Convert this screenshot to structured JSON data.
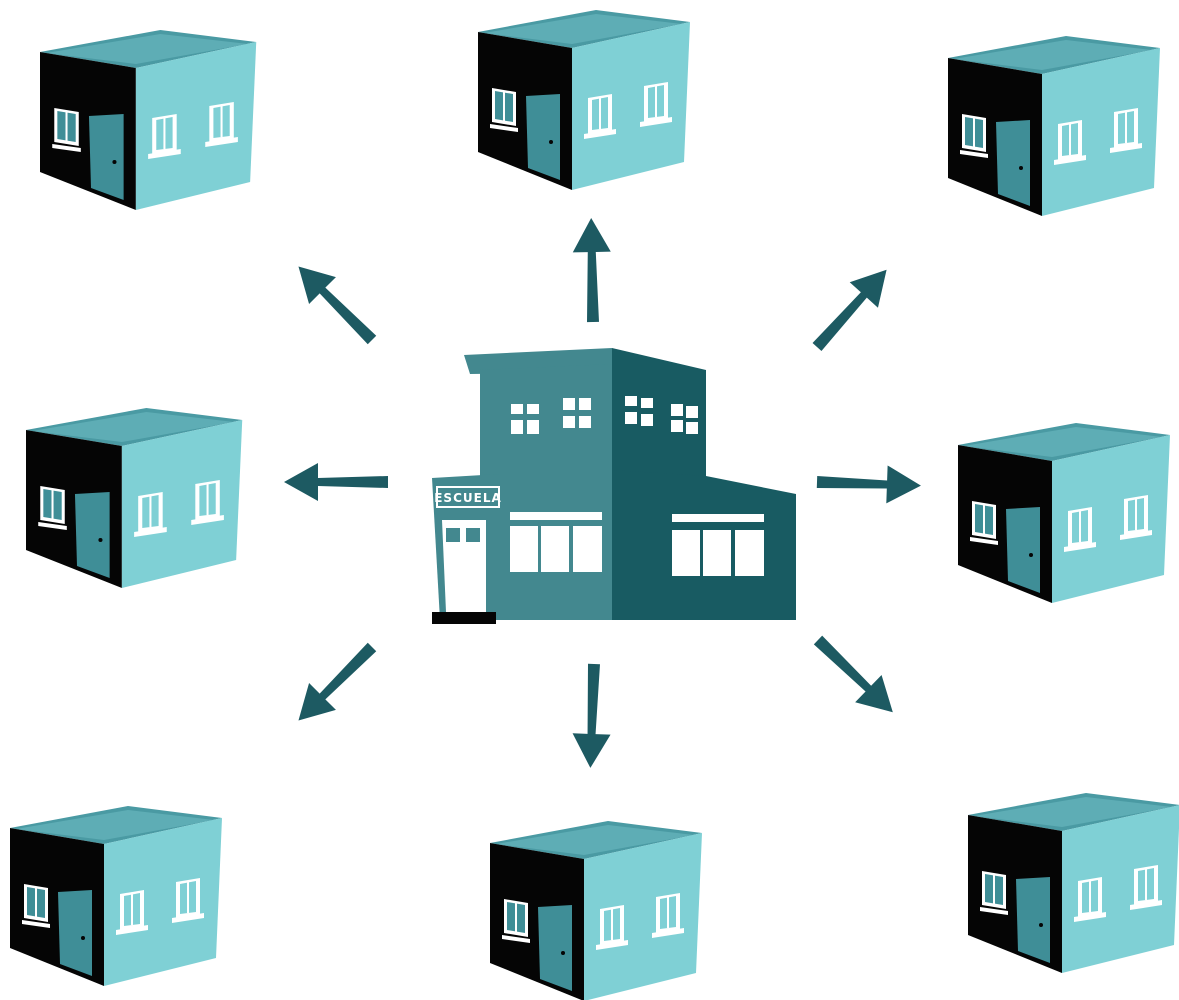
{
  "school": {
    "sign_label": "ESCUELA"
  },
  "colors": {
    "house_front": "#7fd0d5",
    "house_side": "#000000",
    "house_roof": "#4a9aa3",
    "house_roof_light": "#6cbcc4",
    "house_door": "#3f8e97",
    "window": "#ffffff",
    "school_front": "#43888f",
    "school_side": "#185b62",
    "arrow": "#1d5a62"
  },
  "houses": [
    {
      "id": "house-top-left"
    },
    {
      "id": "house-top-center"
    },
    {
      "id": "house-top-right"
    },
    {
      "id": "house-middle-left"
    },
    {
      "id": "house-middle-right"
    },
    {
      "id": "house-bottom-left"
    },
    {
      "id": "house-bottom-center"
    },
    {
      "id": "house-bottom-right"
    }
  ],
  "arrows": [
    {
      "direction": "up-left"
    },
    {
      "direction": "up"
    },
    {
      "direction": "up-right"
    },
    {
      "direction": "left"
    },
    {
      "direction": "right"
    },
    {
      "direction": "down-left"
    },
    {
      "direction": "down"
    },
    {
      "direction": "down-right"
    }
  ]
}
